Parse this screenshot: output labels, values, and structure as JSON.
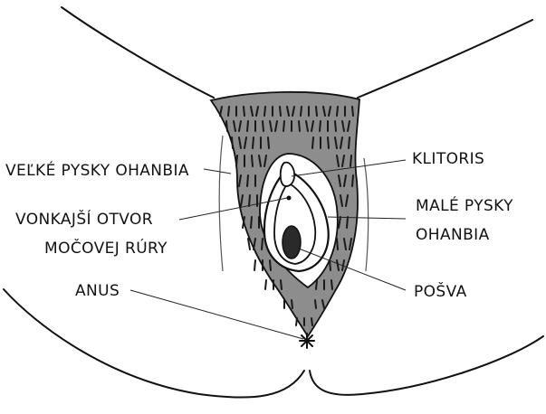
{
  "colors": {
    "background": "#ffffff",
    "outline": "#111111",
    "hair_fill": "#8d8d8d",
    "hair_stroke": "#1a1a1a",
    "opening_fill": "#2a2a2a"
  },
  "labels": {
    "outer_labia": "VEĽKÉ PYSKY OHANBIA",
    "urethral_line1": "VONKAJŠÍ OTVOR",
    "urethral_line2": "MOČOVEJ RÚRY",
    "anus": "ANUS",
    "clitoris": "KLITORIS",
    "inner_labia_line1": "MALÉ PYSKY",
    "inner_labia_line2": "OHANBIA",
    "vagina": "POŠVA"
  }
}
